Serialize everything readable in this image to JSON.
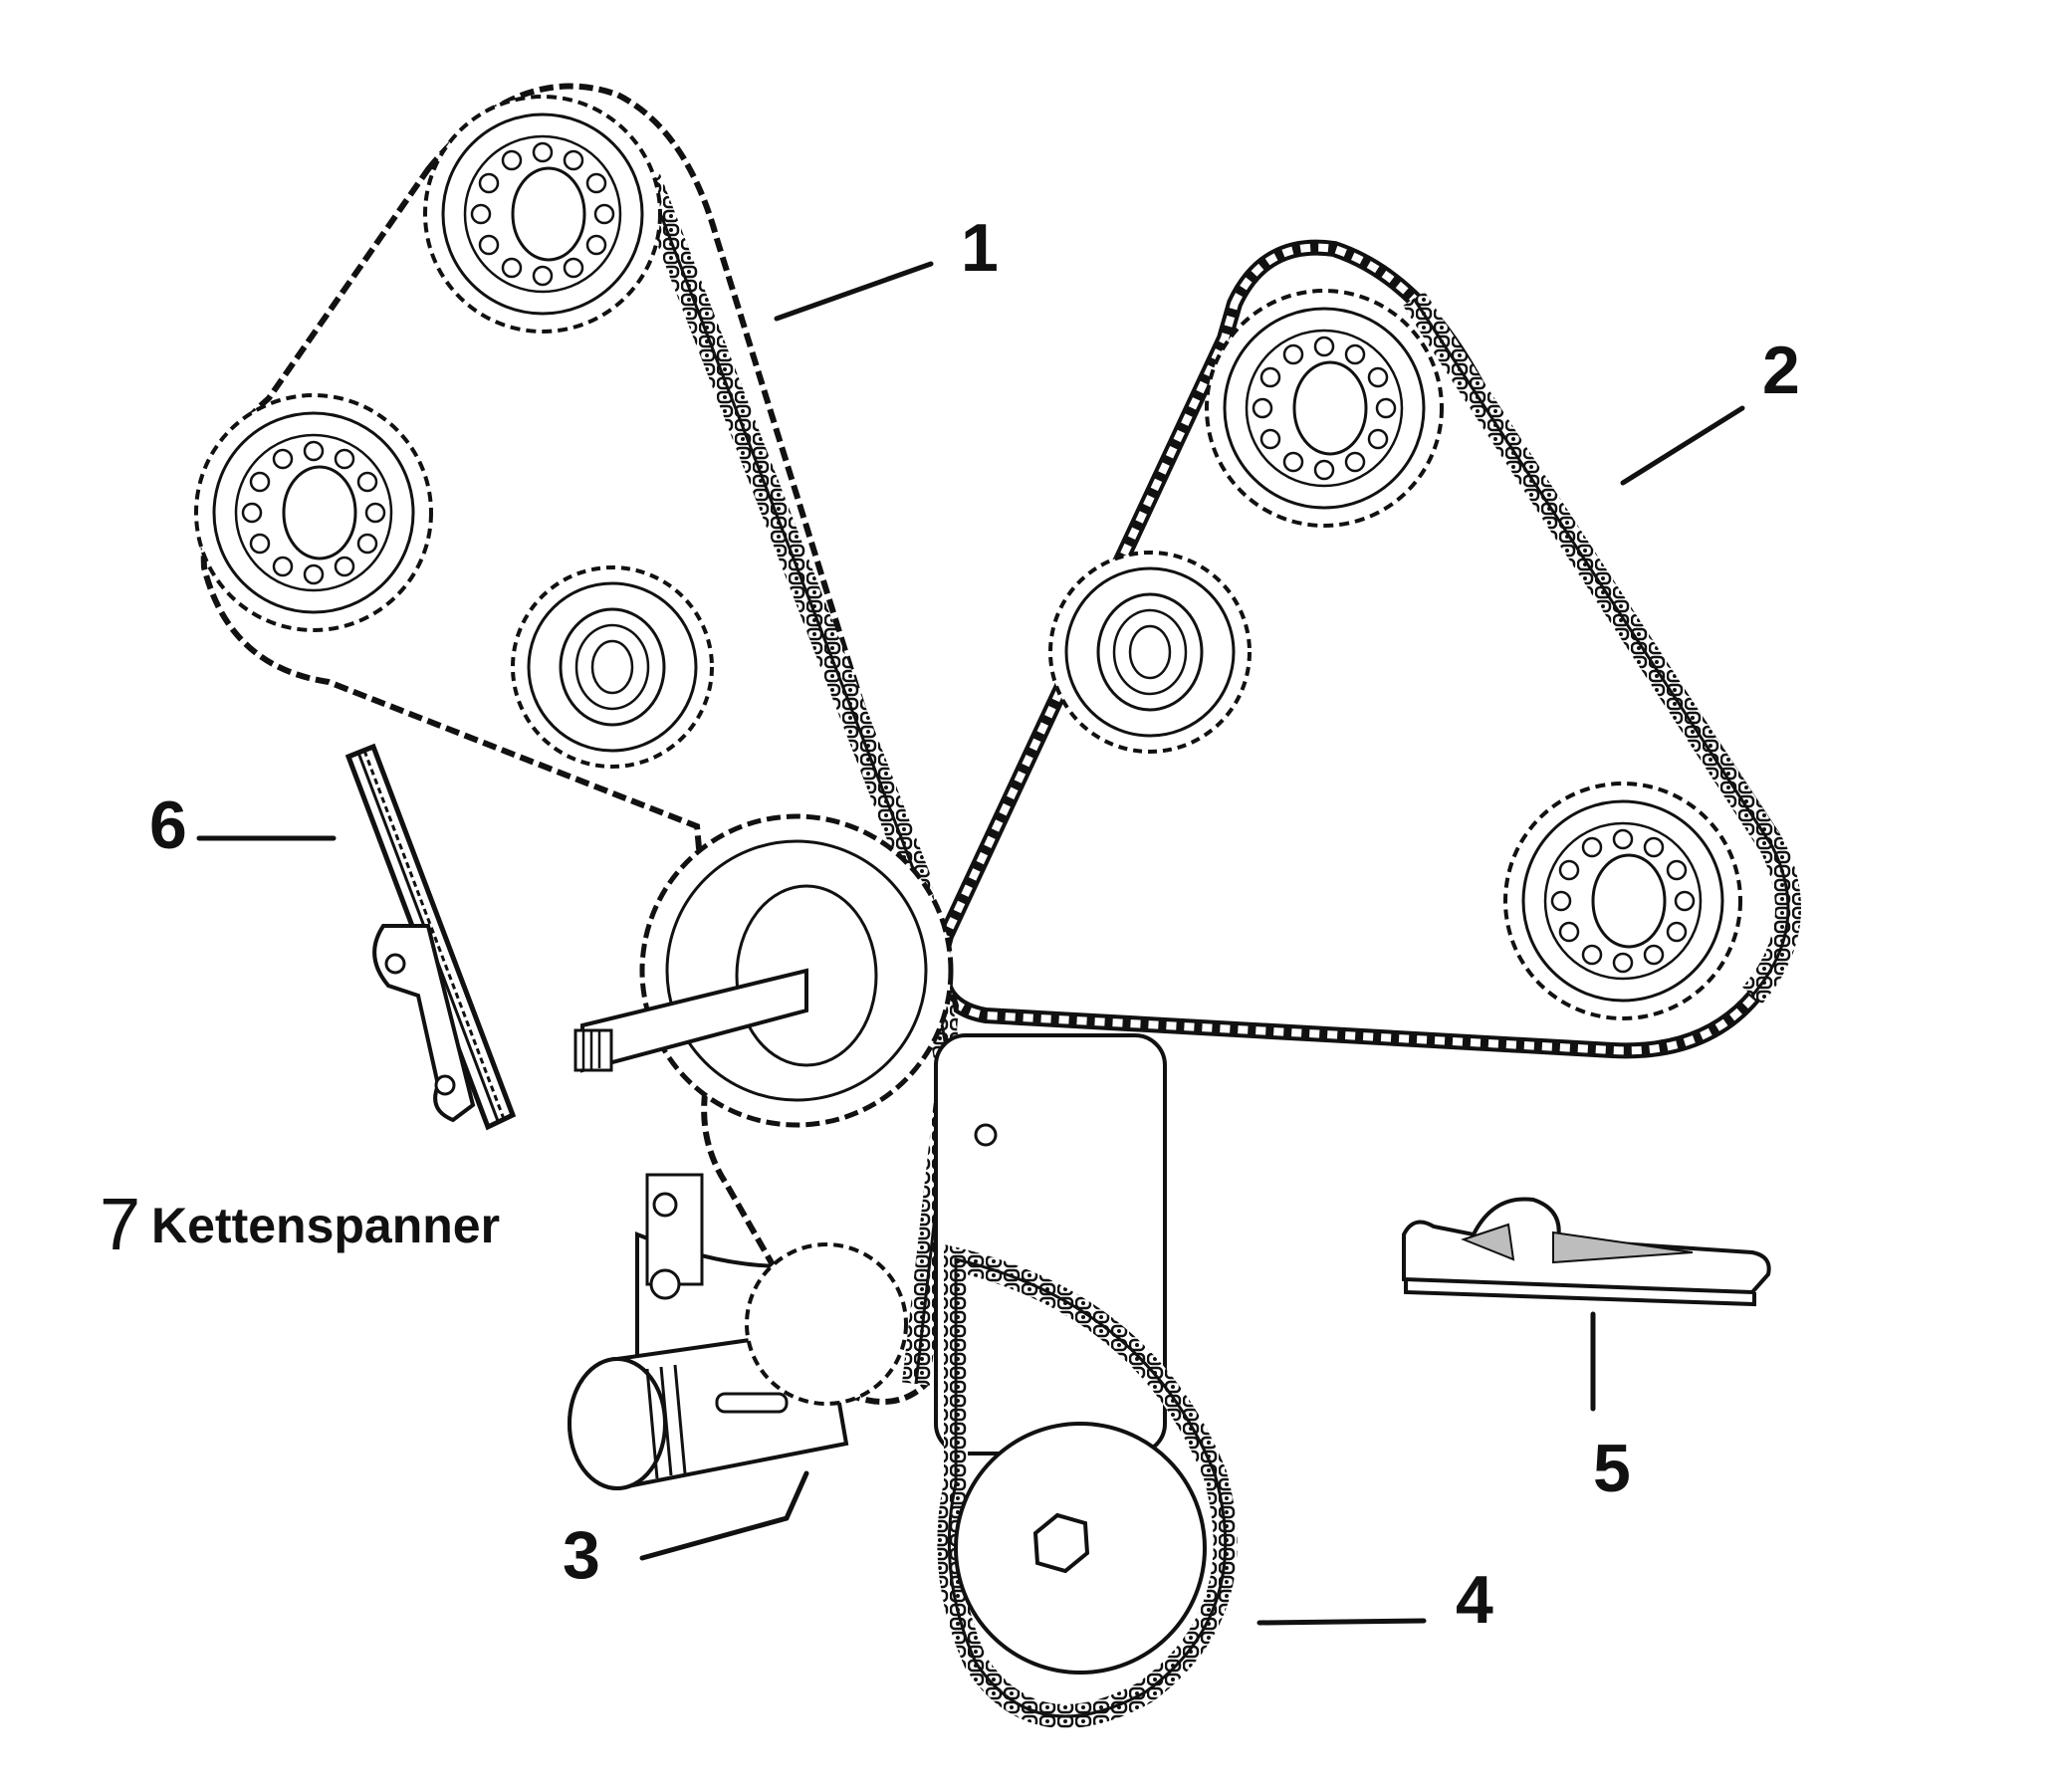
{
  "callouts": {
    "c1": "1",
    "c2": "2",
    "c3": "3",
    "c4": "4",
    "c5": "5",
    "c6": "6",
    "c7": "7"
  },
  "caption": {
    "label": "Kettenspanner"
  },
  "colors": {
    "ink": "#111111",
    "paper": "#ffffff",
    "shade": "#bdbdbd"
  }
}
